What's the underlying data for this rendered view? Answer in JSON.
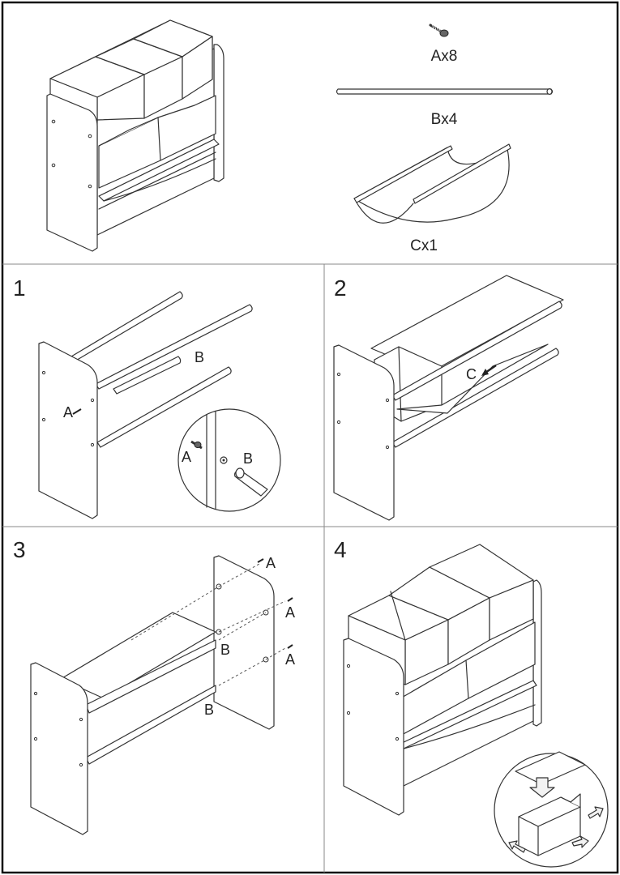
{
  "parts": {
    "screw": {
      "label": "Ax8",
      "icon": "screw-icon"
    },
    "rod": {
      "label": "Bx4",
      "icon": "rod-icon"
    },
    "sling": {
      "label": "Cx1",
      "icon": "fabric-sling-icon"
    }
  },
  "steps": [
    {
      "number": "1",
      "callouts": {
        "screw": "A",
        "rod": "B",
        "detail_screw": "A",
        "detail_rod": "B"
      }
    },
    {
      "number": "2",
      "callouts": {
        "sling": "C"
      }
    },
    {
      "number": "3",
      "callouts": {
        "screw_top": "A",
        "screw_mid": "A",
        "screw_low": "A",
        "rod_top": "B",
        "rod_low": "B"
      }
    },
    {
      "number": "4",
      "callouts": {}
    }
  ]
}
